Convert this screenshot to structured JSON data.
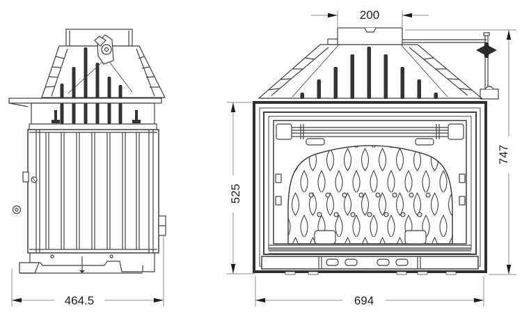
{
  "colors": {
    "background": "#ffffff",
    "line": "#3f3f3f",
    "line_dark": "#262626",
    "pin_fill": "#333333",
    "dimension_line": "#8c8c8c",
    "arrow": "#1c1c1c",
    "text": "#1f1f1f"
  },
  "dimensions": {
    "flue_collar_width": "200",
    "overall_height": "747",
    "body_height": "525",
    "overall_depth": "464.5",
    "overall_width": "694"
  }
}
